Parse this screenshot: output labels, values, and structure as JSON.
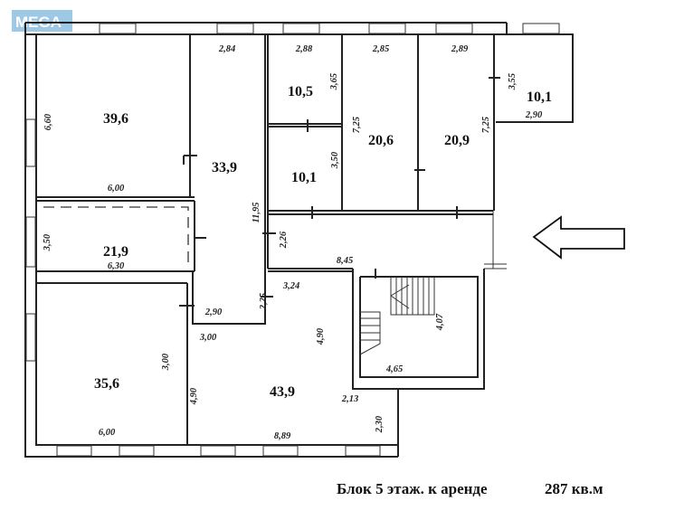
{
  "logo": {
    "text": "MEGA"
  },
  "rooms": [
    {
      "id": "r1",
      "area": "39,6"
    },
    {
      "id": "r2",
      "area": "33,9"
    },
    {
      "id": "r3",
      "area": "10,5"
    },
    {
      "id": "r4",
      "area": "10,1"
    },
    {
      "id": "r5",
      "area": "20,6"
    },
    {
      "id": "r6",
      "area": "20,9"
    },
    {
      "id": "r7",
      "area": "10,1"
    },
    {
      "id": "r8",
      "area": "21,9"
    },
    {
      "id": "r9",
      "area": "35,6"
    },
    {
      "id": "r10",
      "area": "43,9"
    }
  ],
  "dimensions": [
    "2,84",
    "2,88",
    "2,85",
    "2,89",
    "6,60",
    "3,65",
    "3,50",
    "7,25",
    "7,25",
    "3,55",
    "2,90",
    "6,00",
    "11,95",
    "2,26",
    "3,50",
    "6,30",
    "8,45",
    "3,24",
    "2,25",
    "2,90",
    "3,00",
    "3,00",
    "4,90",
    "4,90",
    "4,07",
    "4,65",
    "2,13",
    "2,30",
    "6,00",
    "8,89"
  ],
  "caption": {
    "text": "Блок 5 этаж. к аренде",
    "area": "287 кв.м"
  }
}
